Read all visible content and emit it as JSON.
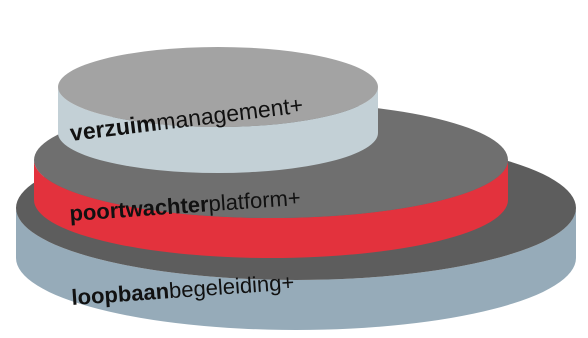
{
  "layers": [
    {
      "id": "top",
      "label_bold": "verzuim",
      "label_light": "management+",
      "colors": {
        "top": "#a3a3a3",
        "side": "#c3d0d6"
      }
    },
    {
      "id": "middle",
      "label_bold": "poortwachter",
      "label_light": "platform+",
      "colors": {
        "top": "#6f6f6f",
        "side": "#e3323d"
      }
    },
    {
      "id": "bottom",
      "label_bold": "loopbaan",
      "label_light": "begeleiding+",
      "colors": {
        "top": "#5d5d5d",
        "side": "#96abb9"
      }
    }
  ]
}
